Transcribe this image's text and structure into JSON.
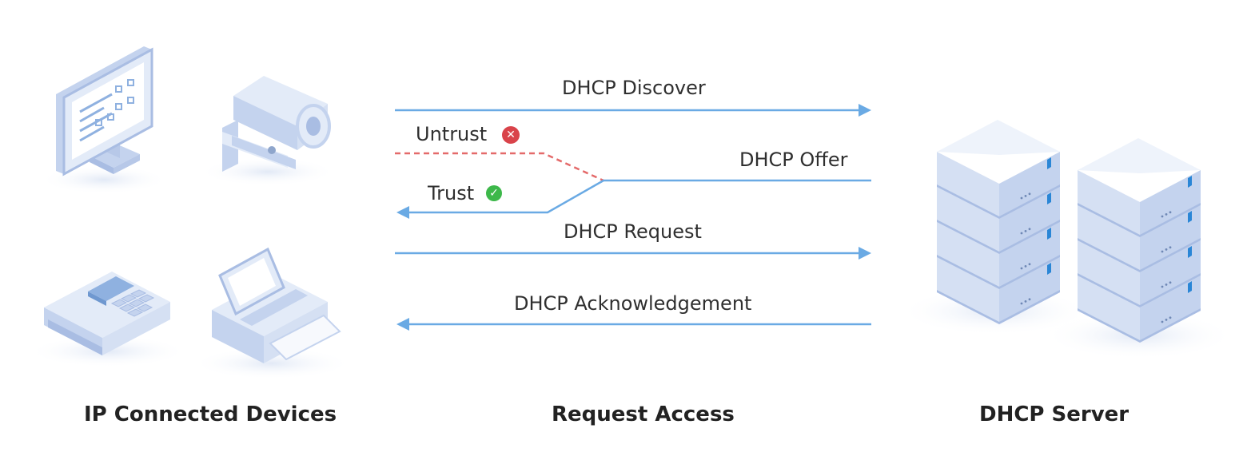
{
  "flows": {
    "discover": "DHCP Discover",
    "offer": "DHCP Offer",
    "request": "DHCP Request",
    "ack": "DHCP Acknowledgement"
  },
  "trust_labels": {
    "untrust": "Untrust",
    "trust": "Trust"
  },
  "captions": {
    "devices": "IP Connected Devices",
    "access": "Request Access",
    "server": "DHCP Server"
  },
  "colors": {
    "arrow": "#6aaae4",
    "untrust_line": "#e46a6a",
    "untrust_badge": "#d9434a",
    "trust_badge": "#3db84a",
    "device_light": "#e3ebf8",
    "device_mid": "#c4d3ee",
    "device_dark": "#a9bde3",
    "server_led": "#2a86d6"
  },
  "icons": {
    "untrust_badge": "x-circle-icon",
    "trust_badge": "check-circle-icon"
  }
}
